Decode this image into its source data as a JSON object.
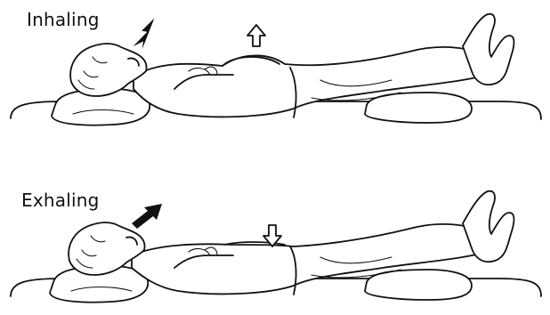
{
  "panels": [
    {
      "label": "Inhaling",
      "airflow": "in",
      "abdomen": "rises"
    },
    {
      "label": "Exhaling",
      "airflow": "out",
      "abdomen": "falls"
    }
  ],
  "colors": {
    "ink": "#111111",
    "background": "#ffffff"
  },
  "icons": [
    "solid-arrow-icon",
    "hollow-up-arrow-icon",
    "hollow-down-arrow-icon"
  ]
}
